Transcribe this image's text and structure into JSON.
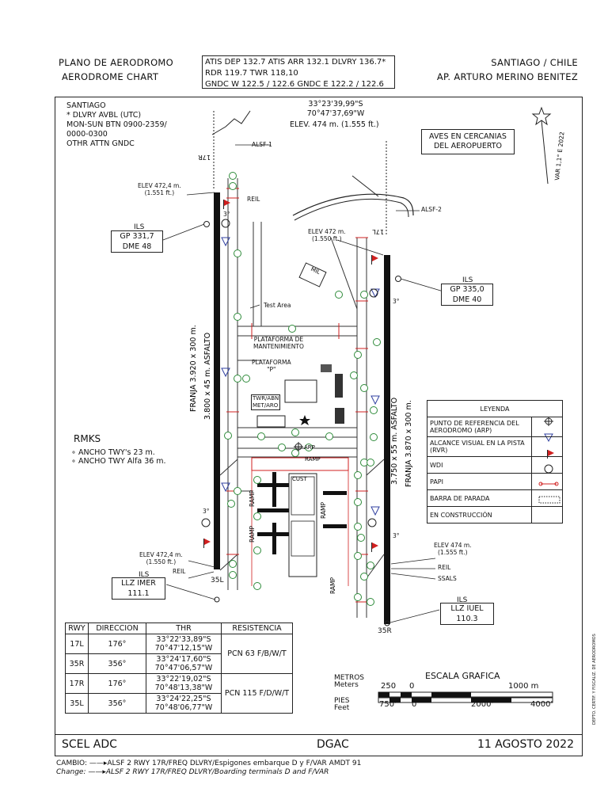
{
  "header": {
    "left_line1": "PLANO DE AERODROMO",
    "left_line2": "AERODROME CHART",
    "freq_line1": "ATIS DEP 132.7   ATIS ARR 132.1  DLVRY  136.7*",
    "freq_line2": "RDR  119.7          TWR   118,10",
    "freq_line3": "GNDC W 122.5 / 122.6    GNDC E 122.2 / 122.6",
    "right_line1": "SANTIAGO / CHILE",
    "right_line2": "AP. ARTURO MERINO BENITEZ"
  },
  "info": {
    "city": "SANTIAGO",
    "dlvry": "* DLVRY     AVBL (UTC)",
    "hours1": "MON-SUN BTN 0900-2359/",
    "hours2": "0000-0300",
    "othr": "OTHR ATTN GNDC",
    "lat": "33°23'39,99\"S",
    "lon": "70°47'37,69\"W",
    "elev": "ELEV. 474 m. (1.555 ft.)",
    "birds_line1": "AVES EN CERCANIAS",
    "birds_line2": "DEL AEROPUERTO",
    "var": "VAR 1,1° E 2022"
  },
  "labels": {
    "alsf1": "ALSF-1",
    "alsf2": "ALSF-2",
    "elev_17r": "ELEV 472,4 m.",
    "elev_17r_ft": "(1.551 ft.)",
    "elev_17l": "ELEV 472 m.",
    "elev_17l_ft": "(1.550 ft.)",
    "elev_35l": "ELEV 472,4 m.",
    "elev_35l_ft": "(1.550 ft.)",
    "elev_35r": "ELEV 474 m.",
    "elev_35r_ft": "(1.555 ft.)",
    "ils": "ILS",
    "gp_w": "GP 331,7",
    "dme_w": "DME 48",
    "gp_e": "GP 335,0",
    "dme_e": "DME 40",
    "llz_w_line1": "LLZ  IMER",
    "llz_w_line2": "111.1",
    "llz_e_line1": "LLZ   IUEL",
    "llz_e_line2": "110.3",
    "reil": "REIL",
    "ssals": "SSALS",
    "test_area": "Test Area",
    "mil": "MIL",
    "plat_mant1": "PLATAFORMA DE",
    "plat_mant2": "MANTENIMIENTO",
    "plat_p1": "PLATAFORMA",
    "plat_p2": "\"P\"",
    "twr1": "TWR/ABN",
    "twr2": "MET/ARO",
    "ramp": "RAMP",
    "cust": "CUST",
    "rwy_w_text": "FRANJA 3.920 x 300 m.",
    "rwy_w_asf": "3.800 x 45 m. ASFALTO",
    "rwy_e_text": "FRANJA 3.870 x 300 m.",
    "rwy_e_asf": "3.750 x 55 m. ASFALTO",
    "rwy_17r": "17R",
    "rwy_17l": "17L",
    "rwy_35l": "35L",
    "rwy_35r": "35R",
    "three_deg": "3°",
    "arp": "ARP"
  },
  "rmks": {
    "title": "RMKS",
    "item1": "ANCHO TWY's 23 m.",
    "item2": "ANCHO TWY Alfa 36 m."
  },
  "legend": {
    "title": "LEYENDA",
    "items": [
      {
        "label": "PUNTO DE REFERENCIA DEL AERODROMO (ARP)",
        "icon": "crosshair-icon"
      },
      {
        "label": "ALCANCE VISUAL EN LA PISTA (RVR)",
        "icon": "rvr-triangle-icon"
      },
      {
        "label": "WDI",
        "icon": "windsock-icon"
      },
      {
        "label": "PAPI",
        "icon": "papi-p-icon"
      },
      {
        "label": "BARRA DE PARADA",
        "icon": "stop-bar-icon"
      },
      {
        "label": "EN CONSTRUCCIÓN",
        "icon": "construction-icon"
      }
    ]
  },
  "runway_table": {
    "headers": [
      "RWY",
      "DIRECCION",
      "THR",
      "RESISTENCIA"
    ],
    "rows": [
      {
        "rwy": "17L",
        "dir": "176°",
        "thr1": "33°22'33,89\"S",
        "thr2": "70°47'12,15\"W"
      },
      {
        "rwy": "35R",
        "dir": "356°",
        "thr1": "33°24'17,60\"S",
        "thr2": "70°47'06,57\"W"
      },
      {
        "rwy": "17R",
        "dir": "176°",
        "thr1": "33°22'19,02\"S",
        "thr2": "70°48'13,38\"W"
      },
      {
        "rwy": "35L",
        "dir": "356°",
        "thr1": "33°24'22,25\"S",
        "thr2": "70°48'06,77\"W"
      }
    ],
    "pcn_east": "PCN 63 F/B/W/T",
    "pcn_west": "PCN 115 F/D/W/T"
  },
  "scale": {
    "title": "ESCALA GRAFICA",
    "metros": "METROS",
    "meters": "Meters",
    "pies": "PIES",
    "feet": "Feet",
    "m250": "250",
    "m0": "0",
    "m1000": "1000 m",
    "f750": "750'",
    "f0": "0",
    "f2000": "2000'",
    "f4000": "4000'"
  },
  "footer": {
    "code": "SCEL   ADC",
    "org": "DGAC",
    "date": "11 AGOSTO 2022",
    "cambio": "CAMBIO: ——▸ALSF 2 RWY 17R/FREQ DLVRY/Espigones embarque D y F/VAR        AMDT 91",
    "change": "Change:  ——▸ALSF 2 RWY 17R/FREQ DLVRY/Boarding terminals D and F/VAR",
    "side_note": "DEPTO. CERTIF. Y FISCALIZ. DE AERODROMOS"
  },
  "colors": {
    "taxi_letters": "#2e8b3a",
    "rvr": "#3040a0",
    "stop_bar": "#d02020",
    "wdi": "#d02020"
  }
}
